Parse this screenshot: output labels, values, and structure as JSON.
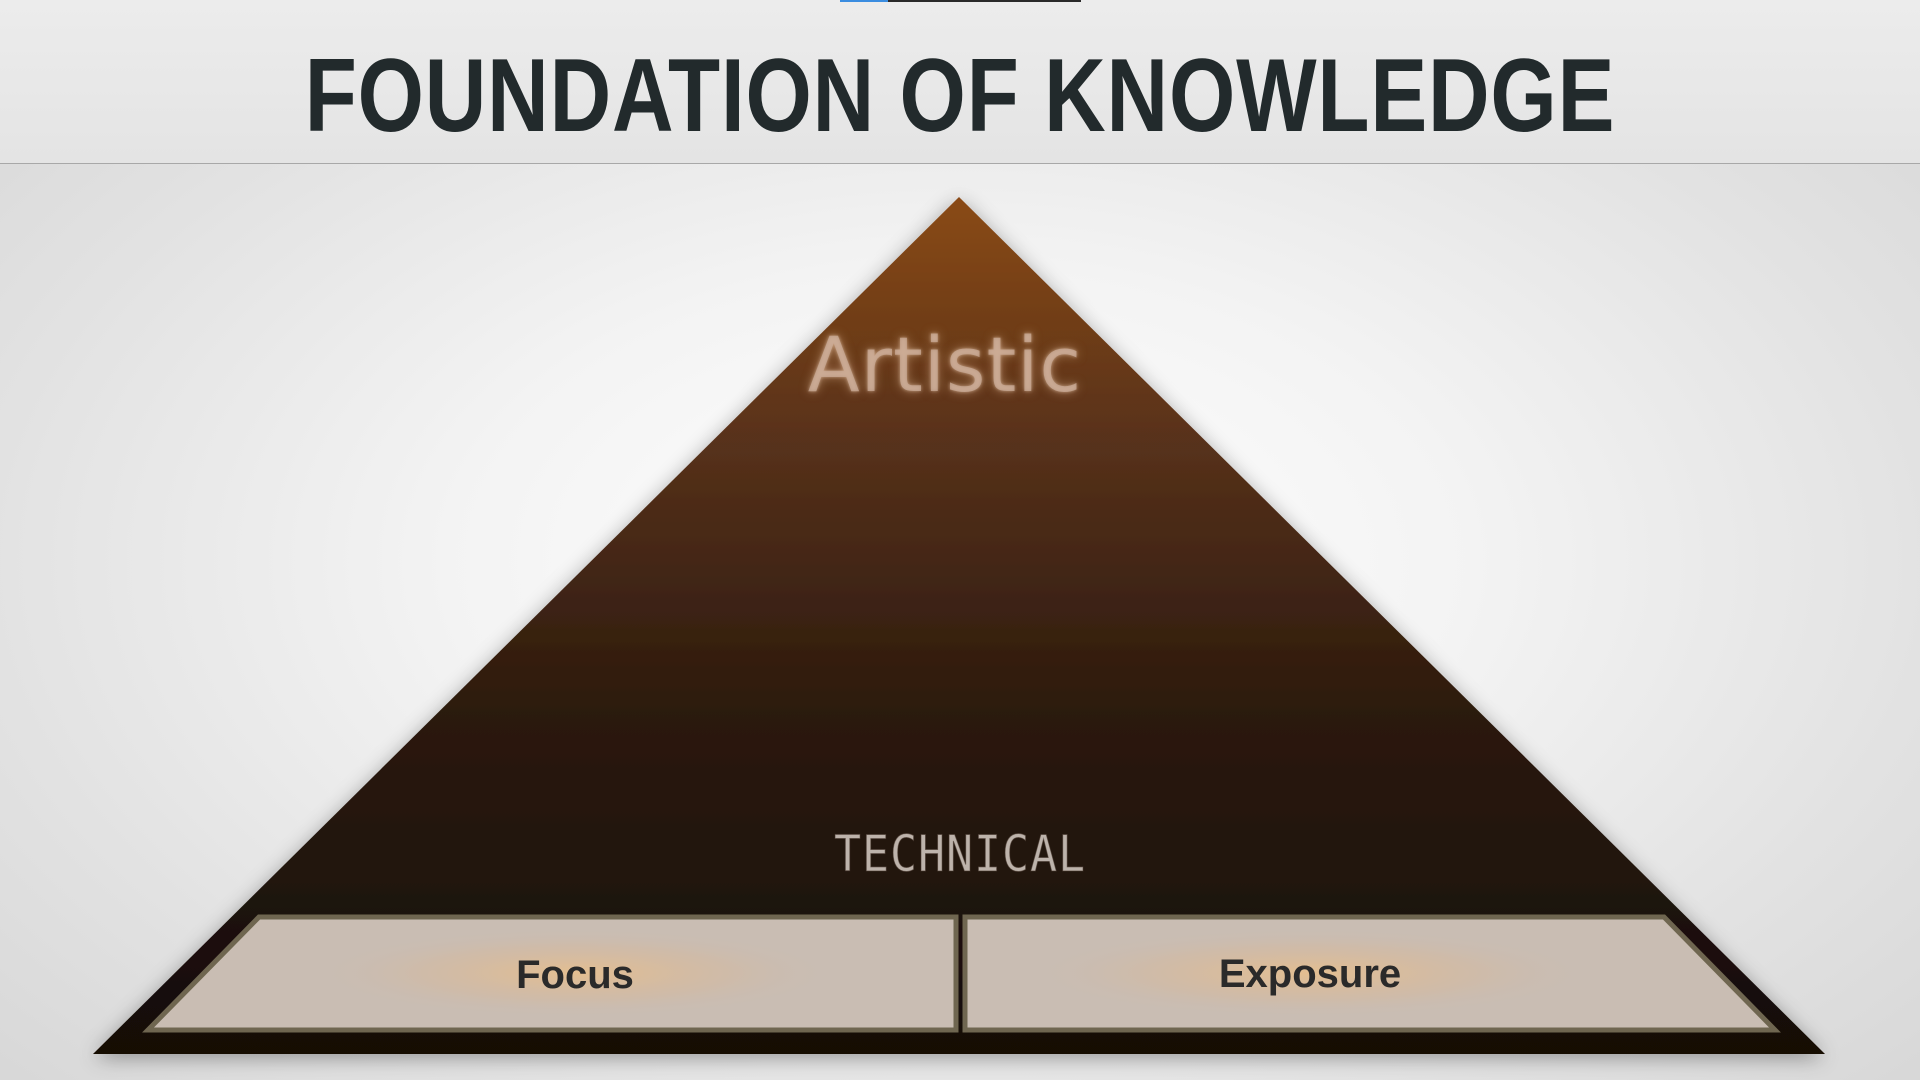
{
  "slide": {
    "title": "FOUNDATION OF KNOWLEDGE",
    "progress_fraction": 0.2
  },
  "pyramid": {
    "top_label": "Artistic",
    "middle_label": "TECHNICAL",
    "base_blocks": [
      {
        "label": "Focus"
      },
      {
        "label": "Exposure"
      }
    ]
  },
  "colors": {
    "pyramid_top": "#8a4a18",
    "pyramid_bottom": "#140c06",
    "base_block_fill": "#c9bdb3",
    "base_block_border": "#6f6650",
    "title_text": "#222a2c"
  }
}
